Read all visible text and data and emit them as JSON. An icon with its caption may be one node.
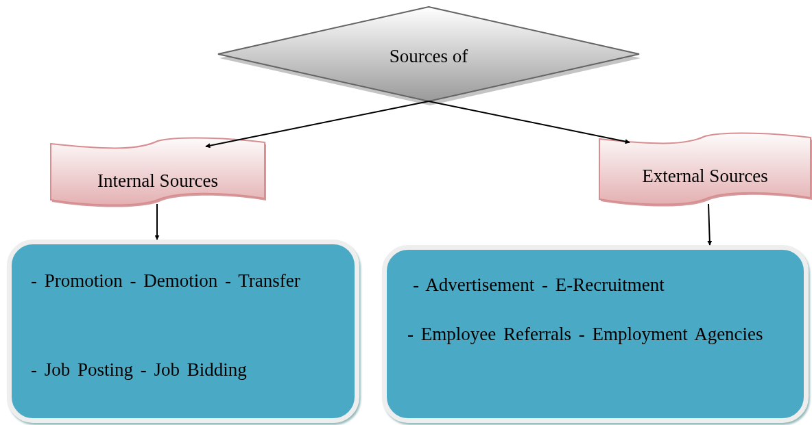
{
  "diagram": {
    "nodes": [
      {
        "text": [
          "Sources of"
        ]
      },
      {
        "text": [
          "Internal Sources"
        ]
      },
      {
        "text": [
          "External Sources"
        ]
      },
      {
        "text": [
          "- Promotion - Demotion - Transfer",
          "- Job Posting - Job Bidding"
        ]
      },
      {
        "text": [
          "- Advertisement - E-Recruitment",
          "- Employee Referrals - Employment Agencies"
        ]
      }
    ],
    "edges": [
      {
        "from": 0,
        "to": 1,
        "arrow": "to"
      },
      {
        "from": 0,
        "to": 2,
        "arrow": "to"
      },
      {
        "from": 1,
        "to": 3,
        "arrow": "to"
      },
      {
        "from": 2,
        "to": 4,
        "arrow": "to"
      }
    ]
  }
}
